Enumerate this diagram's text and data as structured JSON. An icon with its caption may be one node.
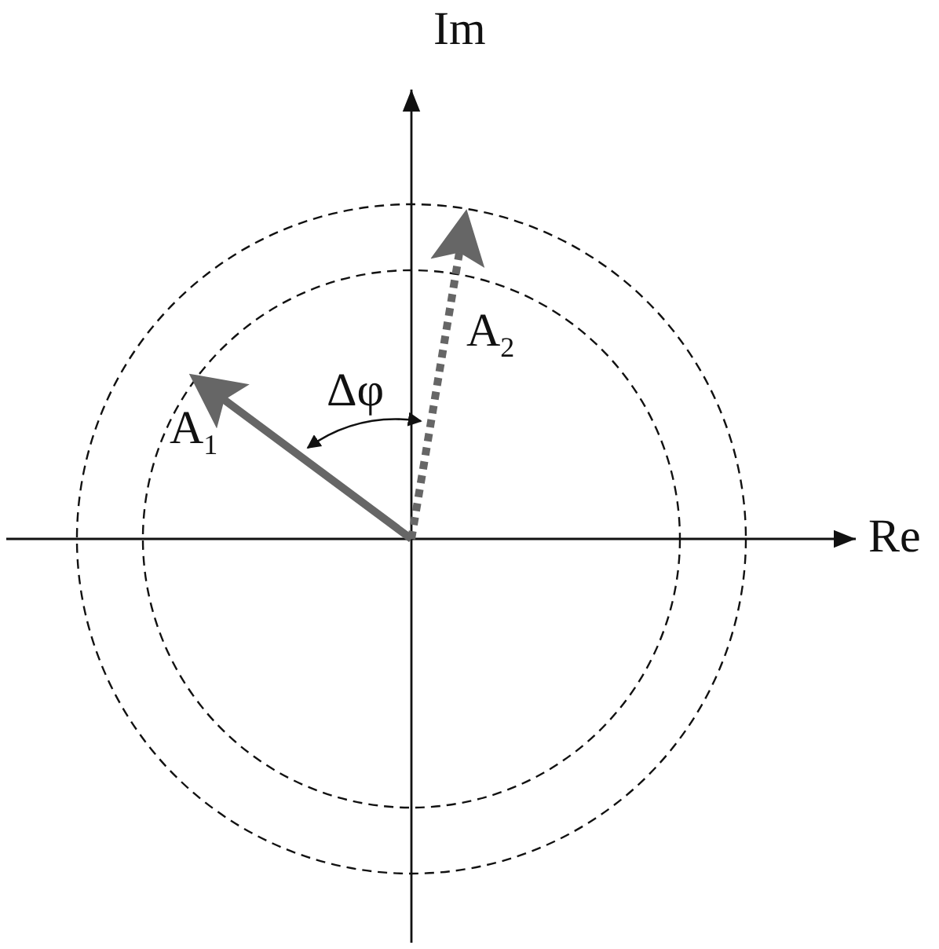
{
  "diagram": {
    "labels": [
      "Im",
      "Re",
      "Δφ",
      "A$_{1}$",
      "A$_{2}$"
    ]
  }
}
